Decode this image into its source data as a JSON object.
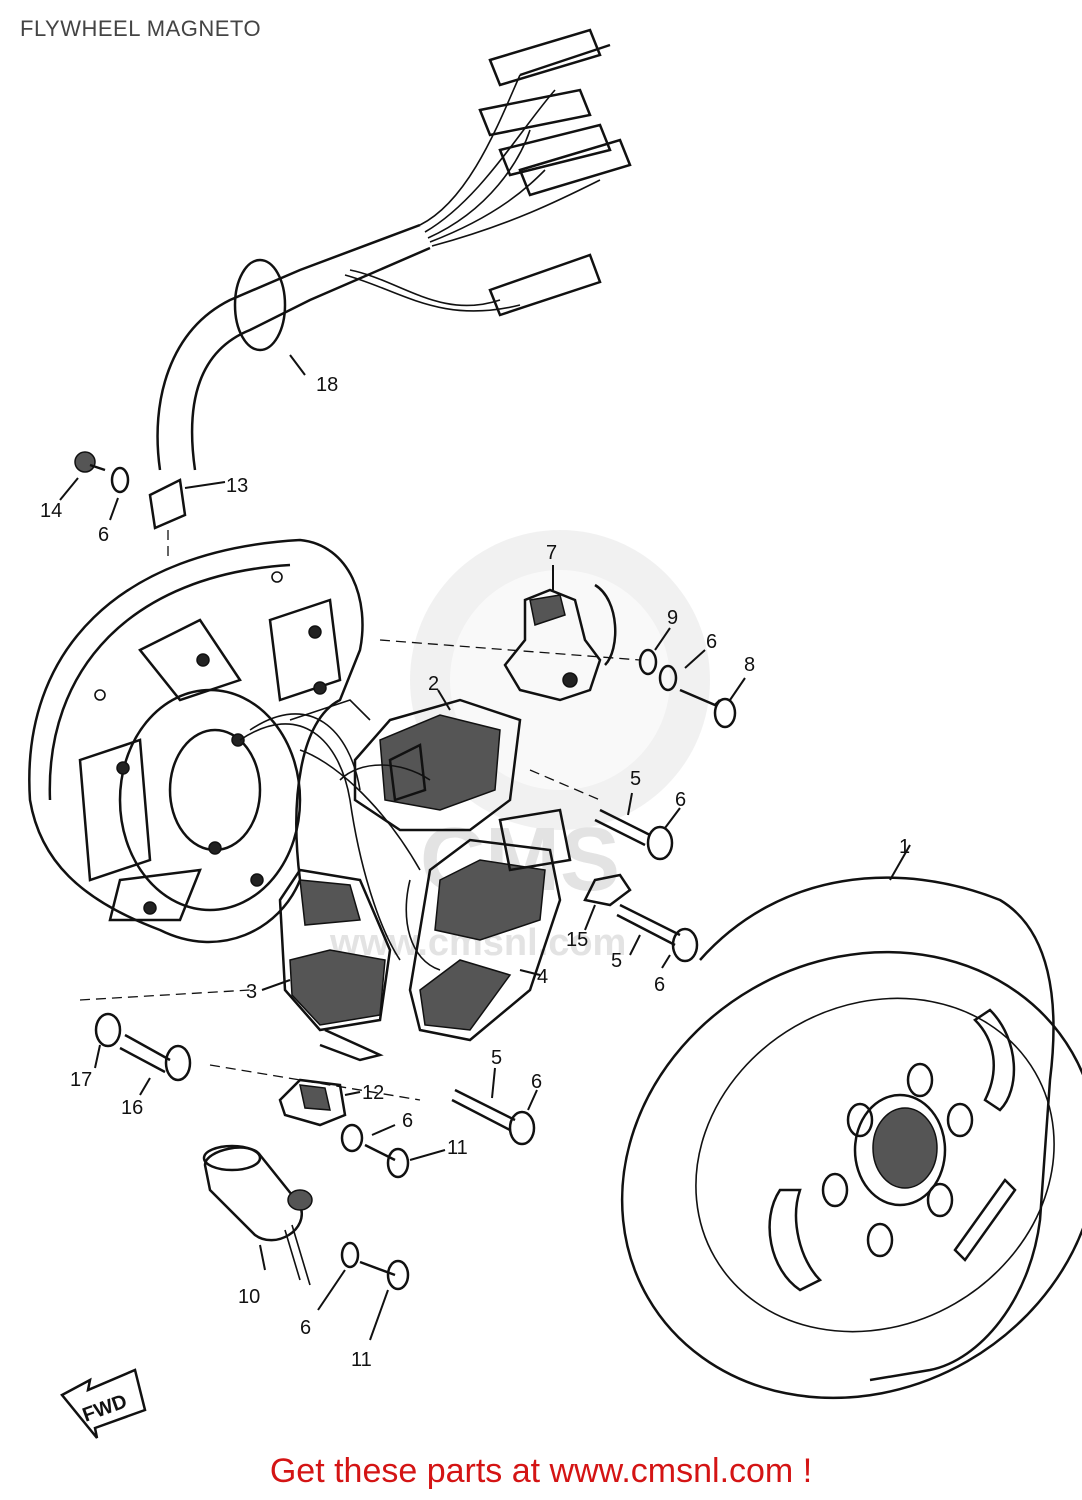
{
  "header": {
    "title": "FLYWHEEL MAGNETO"
  },
  "footer": {
    "text": "Get these parts at www.cmsnl.com !"
  },
  "diagram": {
    "fwd_label": "FWD",
    "callouts": [
      "1",
      "2",
      "3",
      "4",
      "5",
      "5",
      "5",
      "6",
      "6",
      "6",
      "6",
      "6",
      "6",
      "6",
      "7",
      "8",
      "9",
      "10",
      "11",
      "11",
      "12",
      "13",
      "14",
      "15",
      "16",
      "17",
      "18"
    ]
  },
  "watermark": {
    "brand": "CMS",
    "url": "www.cmsnl.com"
  },
  "colors": {
    "footer_text": "#d41414",
    "line_art": "#111111",
    "watermark": "#e3e3e3"
  }
}
